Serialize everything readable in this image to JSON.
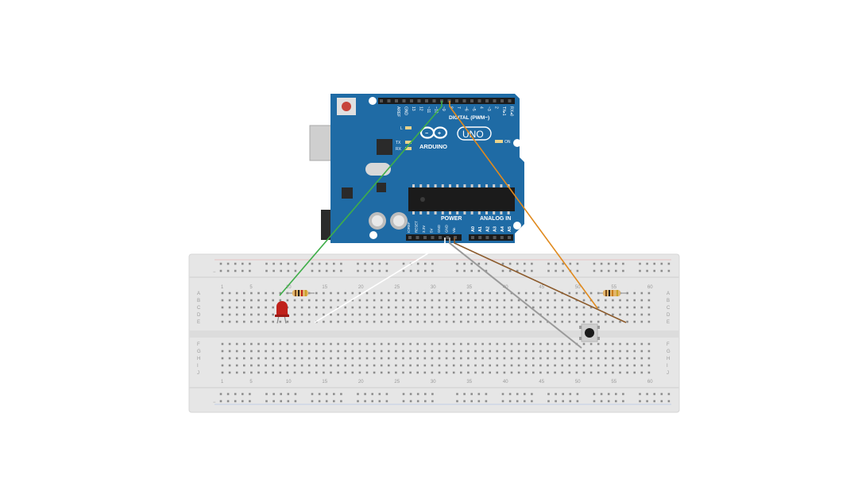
{
  "arduino": {
    "top_pins": [
      "AREF",
      "GND",
      "13",
      "12",
      "~11",
      "~10",
      "~9",
      "8",
      "7",
      "~6",
      "~5",
      "4",
      "~3",
      "2",
      "TX▸1",
      "RX◂0"
    ],
    "digital_label": "DIGITAL (PWM~)",
    "brand": "ARDUINO",
    "model": "UNO",
    "led_l": "L",
    "led_tx": "TX",
    "led_rx": "RX",
    "on_label": "ON",
    "power_label": "POWER",
    "analog_label": "ANALOG IN",
    "power_pins": [
      "IOREF",
      "RESET",
      "3.3V",
      "5V",
      "GND",
      "GND",
      "Vin"
    ],
    "analog_pins": [
      "A0",
      "A1",
      "A2",
      "A3",
      "A4",
      "A5"
    ]
  },
  "breadboard": {
    "column_numbers": [
      "1",
      "5",
      "10",
      "15",
      "20",
      "25",
      "30",
      "35",
      "40",
      "45",
      "50",
      "55",
      "60"
    ],
    "rows_top": [
      "A",
      "B",
      "C",
      "D",
      "E"
    ],
    "rows_bottom": [
      "F",
      "G",
      "H",
      "I",
      "J"
    ],
    "rail_minus": "−",
    "rail_plus": "+"
  },
  "wire_colors": {
    "green": "#3fae49",
    "orange": "#e08a1e",
    "brown": "#8b5a2b",
    "gray": "#9a9a9a",
    "white": "#ffffff"
  },
  "component_names": [
    "led-red",
    "resistor-led",
    "resistor-button",
    "pushbutton"
  ]
}
